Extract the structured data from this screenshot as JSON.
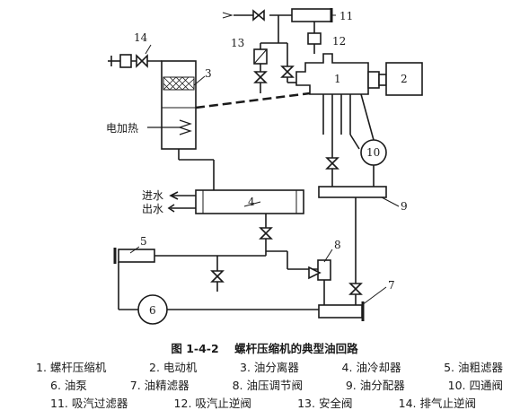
{
  "labels": {
    "n1": "1",
    "n2": "2",
    "n3": "3",
    "n4": "4",
    "n5": "5",
    "n6": "6",
    "n7": "7",
    "n8": "8",
    "n9": "9",
    "n10": "10",
    "n11": "11",
    "n12": "12",
    "n13": "13",
    "n14": "14",
    "heater": "电加热",
    "water_in": "进水",
    "water_out": "出水"
  },
  "caption": {
    "number": "图 1-4-2",
    "title": "螺杆压缩机的典型油回路"
  },
  "legend": {
    "row1": [
      "1. 螺杆压缩机",
      "2. 电动机",
      "3. 油分离器",
      "4. 油冷却器",
      "5. 油粗滤器"
    ],
    "row2": [
      "6. 油泵",
      "7. 油精滤器",
      "8. 油压调节阀",
      "9. 油分配器",
      "10. 四通阀"
    ],
    "row3": [
      "11. 吸汽过滤器",
      "12. 吸汽止逆阀",
      "13. 安全阀",
      "14. 排气止逆阀"
    ]
  }
}
